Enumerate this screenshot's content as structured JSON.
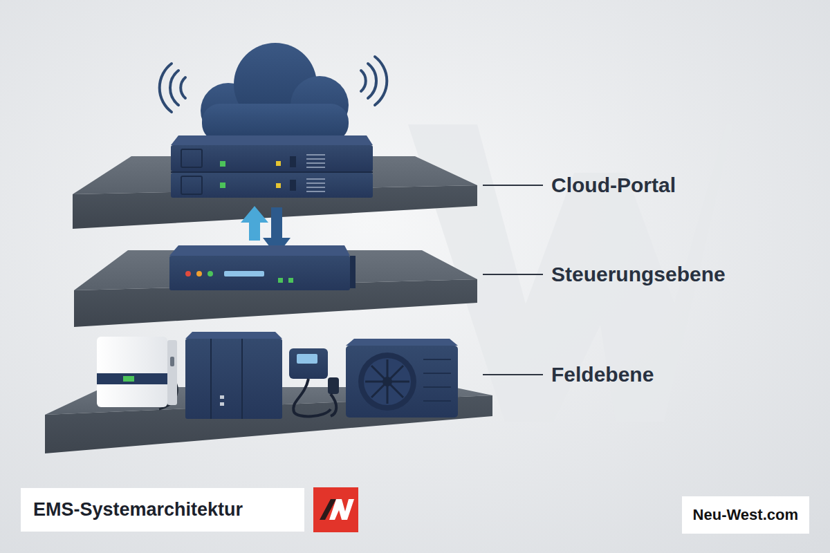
{
  "diagram": {
    "title": "EMS-Systemarchitektur",
    "labels": [
      "Cloud-Portal",
      "Steuerungsebene",
      "Feldebene",
      "Neu-West.com"
    ]
  }
}
